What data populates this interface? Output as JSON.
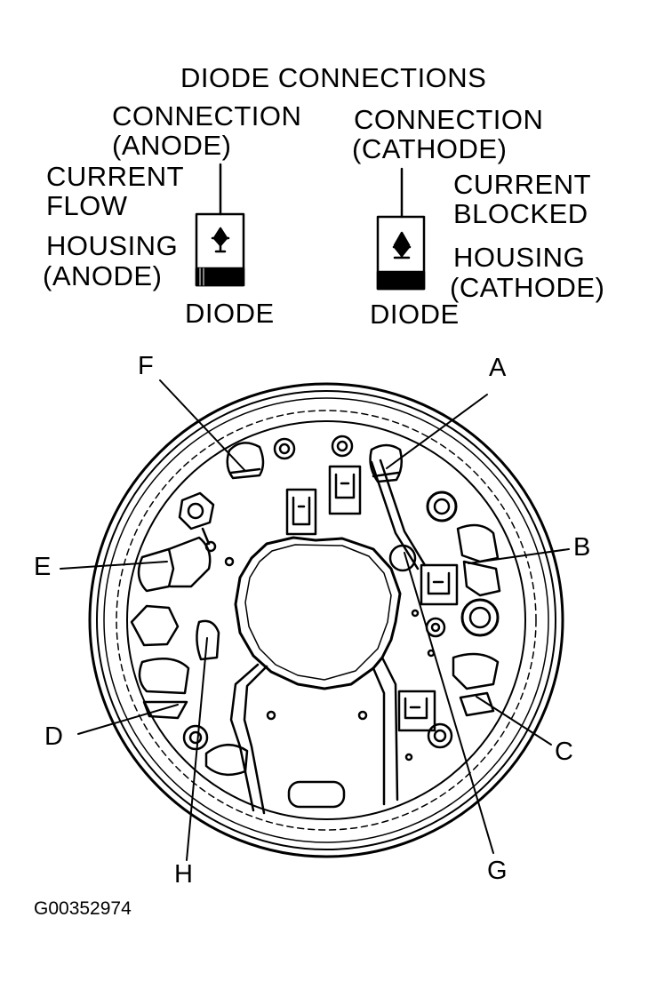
{
  "title": "DIODE CONNECTIONS",
  "legend": {
    "left": {
      "connection": [
        "CONNECTION",
        "(ANODE)"
      ],
      "flow": [
        "CURRENT",
        "FLOW"
      ],
      "housing": [
        "HOUSING",
        "(ANODE)"
      ],
      "name": "DIODE"
    },
    "right": {
      "connection": [
        "CONNECTION",
        "(CATHODE)"
      ],
      "flow": [
        "CURRENT",
        "BLOCKED"
      ],
      "housing": [
        "HOUSING",
        "(CATHODE)"
      ],
      "name": "DIODE"
    }
  },
  "callouts": {
    "A": "A",
    "B": "B",
    "C": "C",
    "D": "D",
    "E": "E",
    "F": "F",
    "G": "G",
    "H": "H"
  },
  "figure_code": "G00352974",
  "colors": {
    "line": "#000000",
    "background": "#ffffff"
  }
}
